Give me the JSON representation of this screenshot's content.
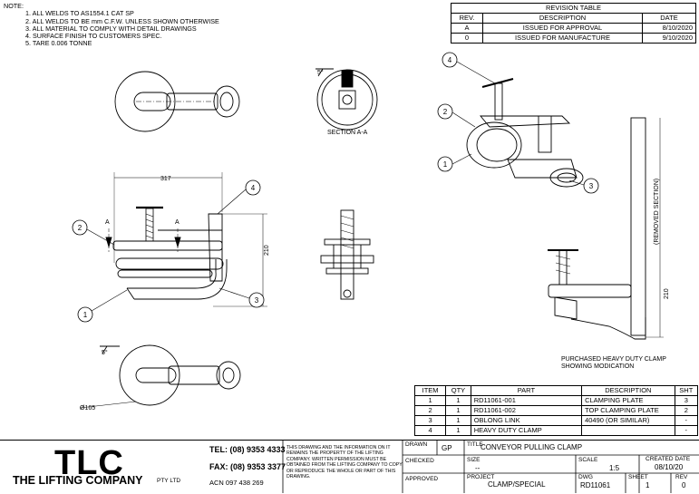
{
  "notes": {
    "header": "NOTE:",
    "items": [
      "1. ALL WELDS TO AS1554.1 CAT SP",
      "2. ALL WELDS TO BE mm C.F.W. UNLESS SHOWN OTHERWISE",
      "3. ALL MATERIAL TO COMPLY WITH DETAIL DRAWINGS",
      "4. SURFACE FINISH TO CUSTOMERS SPEC.",
      "5. TARE 0.006 TONNE"
    ]
  },
  "revision_table": {
    "title": "REVISION TABLE",
    "headers": [
      "REV.",
      "DESCRIPTION",
      "DATE"
    ],
    "rows": [
      {
        "rev": "A",
        "description": "ISSUED FOR APPROVAL",
        "date": "8/10/2020"
      },
      {
        "rev": "0",
        "description": "ISSUED FOR MANUFACTURE",
        "date": "9/10/2020"
      }
    ]
  },
  "views": {
    "section_label": "SECTION A-A",
    "section_marker": "A",
    "dim_width": "317",
    "dim_height": "210",
    "dim_height_right": "210",
    "dim_diameter": "Ø165",
    "angle": "5°",
    "removed_section": "(REMOVED SECTION)",
    "purchased_note_line1": "PURCHASED HEAVY DUTY CLAMP",
    "purchased_note_line2": "SHOWING MODICATION",
    "balloons": [
      "1",
      "2",
      "3",
      "4"
    ]
  },
  "parts_list": {
    "headers": [
      "ITEM",
      "QTY",
      "PART",
      "DESCRIPTION",
      "SHT"
    ],
    "rows": [
      {
        "item": "1",
        "qty": "1",
        "part": "RD11061-001",
        "description": "CLAMPING PLATE",
        "sht": "3"
      },
      {
        "item": "2",
        "qty": "1",
        "part": "RD11061-002",
        "description": "TOP CLAMPING PLATE",
        "sht": "2"
      },
      {
        "item": "3",
        "qty": "1",
        "part": "OBLONG LINK",
        "description": "40490 (OR SIMILAR)",
        "sht": "-"
      },
      {
        "item": "4",
        "qty": "1",
        "part": "HEAVY DUTY CLAMP",
        "description": "",
        "sht": "-"
      }
    ]
  },
  "title_block": {
    "logo": "TLC",
    "company": "THE LIFTING COMPANY",
    "pty": "PTY LTD",
    "tel": "TEL: (08) 9353 4333",
    "fax": "FAX: (08) 9353 3377",
    "acn": "ACN 097 438 269",
    "disclaimer": "THIS DRAWING AND THE INFORMATION ON IT REMAINS THE PROPERTY OF THE LIFTING COMPANY. WRITTEN PERMISSION MUST BE OBTAINED FROM THE LIFTING COMPANY TO COPY OR REPRODUCE THE WHOLE OR PART OF THIS DRAWING.",
    "drawn_label": "DRAWN",
    "drawn": "GP",
    "title_label": "TITLE",
    "title": "CONVEYOR PULLING CLAMP",
    "checked_label": "CHECKED",
    "size_label": "SIZE",
    "size": "--",
    "scale_label": "SCALE",
    "scale": "1:5",
    "created_label": "CREATED DATE",
    "created": "08/10/20",
    "approved_label": "APPROVED",
    "project_label": "PROJECT",
    "project": "CLAMP/SPECIAL",
    "dwg_label": "DWG",
    "dwg": "RD11061",
    "sheet_label": "SHEET",
    "sheet": "1",
    "rev_label": "REV",
    "rev": "0"
  }
}
